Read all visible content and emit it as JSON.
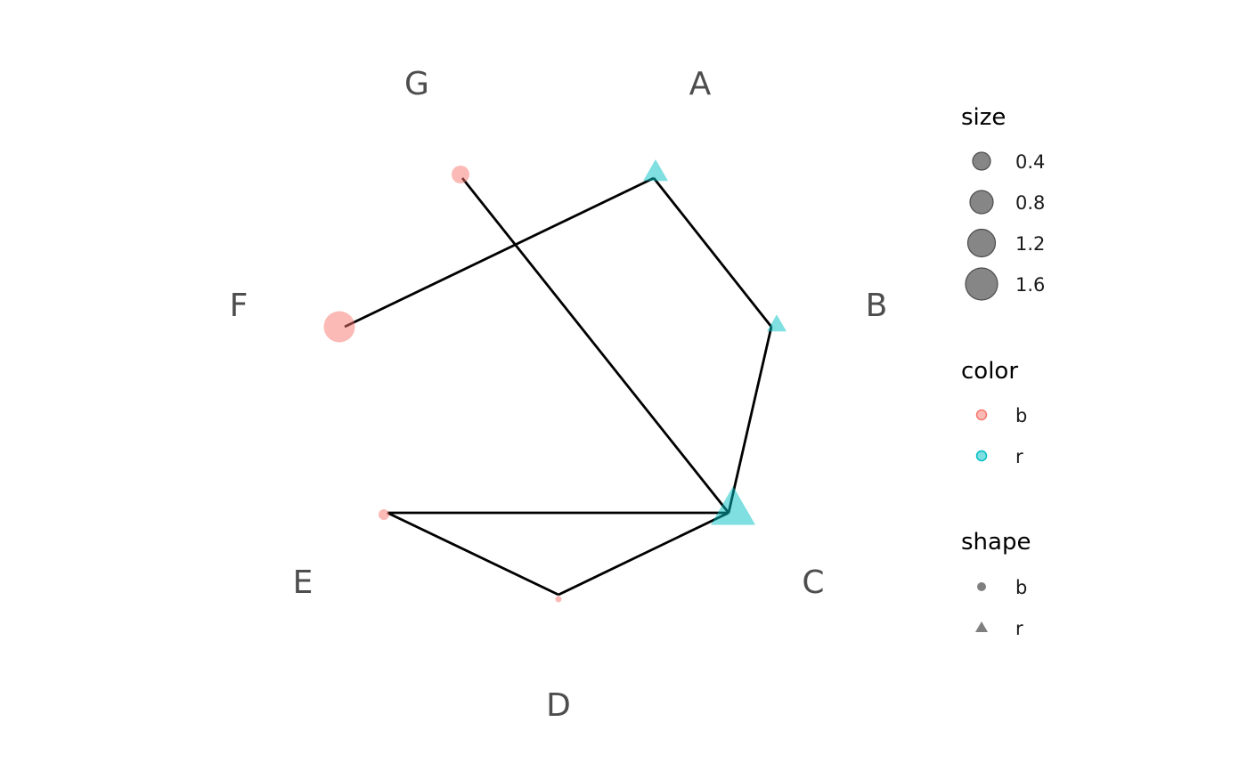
{
  "graph": {
    "nodes": [
      {
        "id": "A",
        "label": "A",
        "color": "r",
        "shape": "r",
        "size": 0.6
      },
      {
        "id": "B",
        "label": "B",
        "color": "r",
        "shape": "r",
        "size": 0.4
      },
      {
        "id": "C",
        "label": "C",
        "color": "r",
        "shape": "r",
        "size": 1.8
      },
      {
        "id": "D",
        "label": "D",
        "color": "b",
        "shape": "b",
        "size": 0.1
      },
      {
        "id": "E",
        "label": "E",
        "color": "b",
        "shape": "b",
        "size": 0.3
      },
      {
        "id": "F",
        "label": "F",
        "color": "b",
        "shape": "b",
        "size": 1.8
      },
      {
        "id": "G",
        "label": "G",
        "color": "b",
        "shape": "b",
        "size": 0.7
      }
    ],
    "edges": [
      [
        "A",
        "F"
      ],
      [
        "A",
        "B"
      ],
      [
        "B",
        "C"
      ],
      [
        "G",
        "C"
      ],
      [
        "C",
        "E"
      ],
      [
        "C",
        "D"
      ],
      [
        "D",
        "E"
      ]
    ]
  },
  "legend": {
    "size": {
      "title": "size",
      "values": [
        0.4,
        0.8,
        1.2,
        1.6
      ],
      "labels": [
        "0.4",
        "0.8",
        "1.2",
        "1.6"
      ]
    },
    "color": {
      "title": "color",
      "items": [
        {
          "key": "b",
          "label": "b",
          "hex": "#F8766D"
        },
        {
          "key": "r",
          "label": "r",
          "hex": "#00BFC4"
        }
      ]
    },
    "shape": {
      "title": "shape",
      "items": [
        {
          "key": "b",
          "label": "b",
          "symbol": "circle"
        },
        {
          "key": "r",
          "label": "r",
          "symbol": "triangle"
        }
      ]
    }
  },
  "colors": {
    "b": "#F8766D",
    "r": "#00BFC4",
    "edge": "#000000",
    "legend_key": "#7f7f7f",
    "label_text": "#4d4d4d"
  }
}
